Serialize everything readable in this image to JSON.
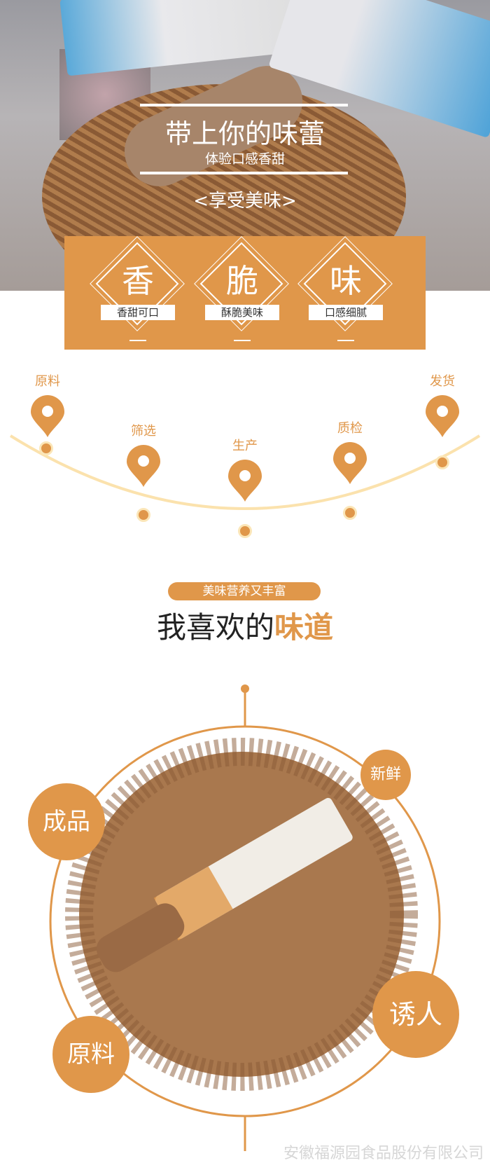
{
  "hero": {
    "title": "带上你的味蕾",
    "subtitle": "体验口感香甜",
    "tagline": "<享受美味>"
  },
  "features": [
    {
      "char": "香",
      "label": "香甜可口"
    },
    {
      "char": "脆",
      "label": "酥脆美味"
    },
    {
      "char": "味",
      "label": "口感细腻"
    }
  ],
  "process": [
    "原料",
    "筛选",
    "生产",
    "质检",
    "发货"
  ],
  "taste": {
    "badge": "美味营养又丰富",
    "title_plain": "我喜欢的",
    "title_highlight": "味道"
  },
  "circle_labels": {
    "fresh": "新鲜",
    "product": "成品",
    "tempting": "诱人",
    "raw": "原料"
  },
  "footer": "安徽福源园食品股份有限公司",
  "colors": {
    "accent": "#e0974a"
  }
}
